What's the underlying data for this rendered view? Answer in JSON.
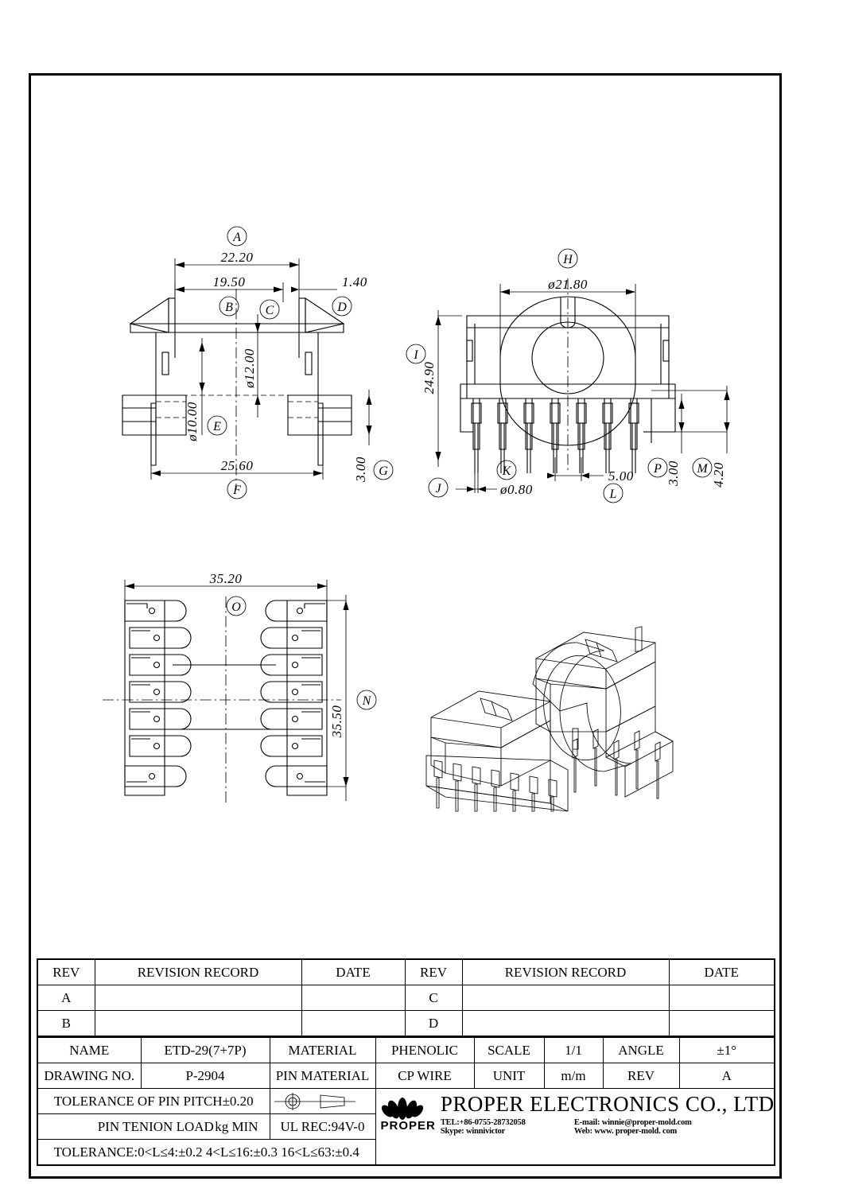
{
  "drawing": {
    "title": "ETD-29(7+7P) Bobbin Technical Drawing",
    "balloons": [
      "A",
      "B",
      "C",
      "D",
      "E",
      "F",
      "G",
      "H",
      "I",
      "J",
      "K",
      "L",
      "M",
      "N",
      "O",
      "P"
    ]
  },
  "views": {
    "front": {
      "name": "front-view",
      "dims": {
        "A": "22.20",
        "B": "19.50",
        "D": "1.40",
        "C": "ø12.00",
        "E": "ø10.00",
        "F": "25.60",
        "G": "3.00"
      }
    },
    "side": {
      "name": "side-view",
      "dims": {
        "H": "ø21.80",
        "I": "24.90",
        "K": "ø0.80",
        "L": "5.00",
        "P": "3.00",
        "M": "4.20"
      }
    },
    "top": {
      "name": "top-view",
      "dims": {
        "O": "35.20",
        "N": "35.50"
      }
    },
    "iso": {
      "name": "isometric-view"
    }
  },
  "revision_table": {
    "headers": [
      "REV",
      "REVISION RECORD",
      "DATE",
      "REV",
      "REVISION RECORD",
      "DATE"
    ],
    "rows": [
      {
        "rev_left": "A",
        "record_left": "",
        "date_left": "",
        "rev_right": "C",
        "record_right": "",
        "date_right": ""
      },
      {
        "rev_left": "B",
        "record_left": "",
        "date_left": "",
        "rev_right": "D",
        "record_right": "",
        "date_right": ""
      }
    ]
  },
  "title_block": {
    "name_label": "NAME",
    "name_value": "ETD-29(7+7P)",
    "material_label": "MATERIAL",
    "material_value": "PHENOLIC",
    "scale_label": "SCALE",
    "scale_value": "1/1",
    "angle_label": "ANGLE",
    "angle_value": "±1°",
    "drawing_no_label": "DRAWING NO.",
    "drawing_no_value": "P-2904",
    "pin_material_label": "PIN MATERIAL",
    "pin_material_value": "CP WIRE",
    "unit_label": "UNIT",
    "unit_value": "m/m",
    "rev_label": "REV",
    "rev_value": "A",
    "tolerance_pin_pitch": "TOLERANCE OF PIN PITCH±0.20",
    "projection_symbol": "first-angle-projection-symbol",
    "pin_tension_load_label": "PIN TENION LOAD",
    "pin_tension_load_unit": "kg MIN",
    "ul_rec": "UL REC:94V-0",
    "tolerance_general": "TOLERANCE:0<L≤4:±0.2  4<L≤16:±0.3   16<L≤63:±0.4"
  },
  "company": {
    "logo_text": "PROPER",
    "name": "PROPER ELECTRONICS CO., LTD",
    "tel": "TEL:+86-0755-28732058",
    "email": "E-mail: winnie@proper-mold.com",
    "skype": "Skype: winnivictor",
    "web": "Web: www. proper-mold. com"
  }
}
